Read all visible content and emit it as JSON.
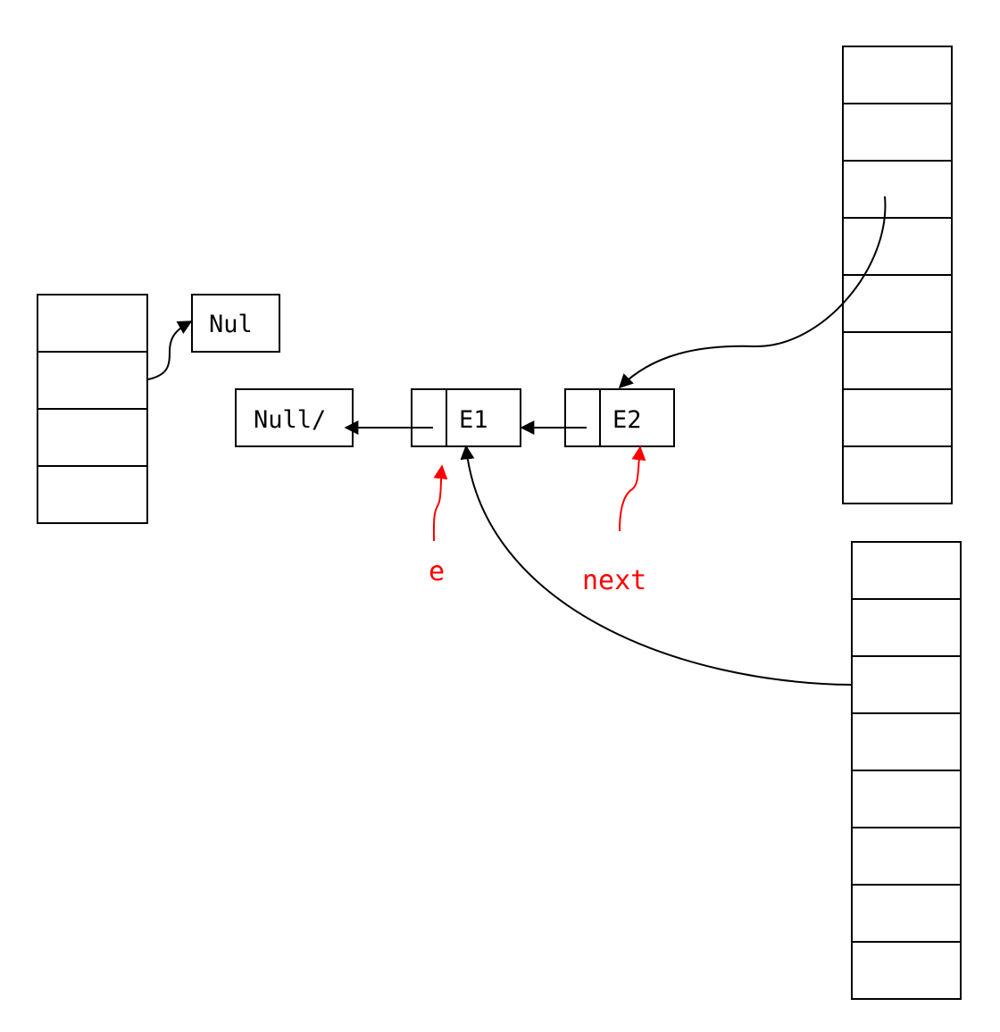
{
  "diagram": {
    "colors": {
      "stroke": "#000000",
      "pointer_annotation": "#ff0000",
      "background": "#ffffff"
    },
    "old_table": {
      "bucket_count": 4
    },
    "new_table_top": {
      "bucket_count": 8
    },
    "new_table_bottom": {
      "bucket_count": 8
    },
    "nodes": {
      "nul_box": "Nul",
      "null_tail": "Null/",
      "e1": "E1",
      "e2": "E2"
    },
    "pointers": {
      "e": "e",
      "next": "next"
    }
  }
}
